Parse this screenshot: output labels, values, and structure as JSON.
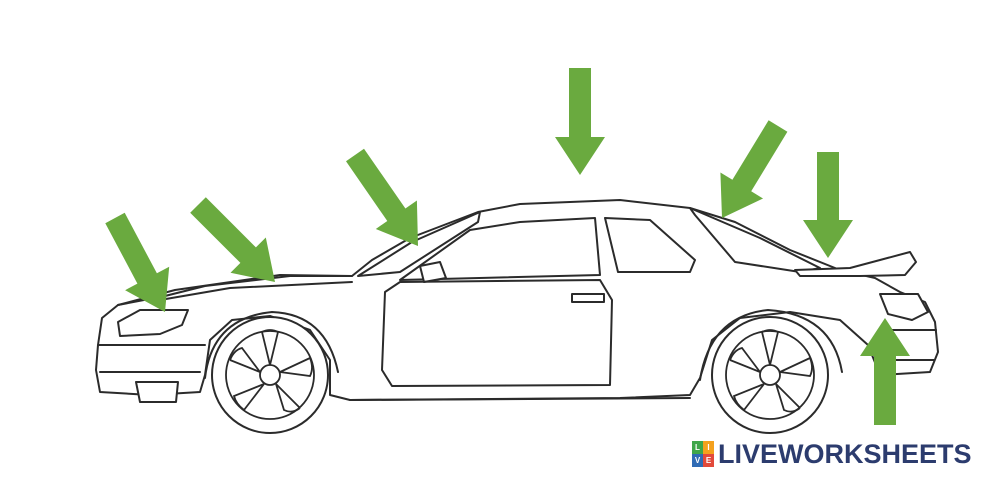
{
  "brand": {
    "name": "LIVEWORKSHEETS",
    "logo_letters": [
      "L",
      "I",
      "V",
      "E"
    ],
    "logo_colors": [
      "#3fa64a",
      "#f4a11d",
      "#2f6bb5",
      "#e24a3b"
    ],
    "text_color": "#2c3c6e"
  },
  "colors": {
    "arrow": "#6aaa3f",
    "outline": "#2b2b2b",
    "background": "#ffffff"
  },
  "pointers": [
    {
      "target": "headlight",
      "direction": "down-right"
    },
    {
      "target": "hood",
      "direction": "down-right"
    },
    {
      "target": "windshield",
      "direction": "down-right"
    },
    {
      "target": "roof",
      "direction": "down"
    },
    {
      "target": "rear-window",
      "direction": "down-left"
    },
    {
      "target": "trunk-spoiler",
      "direction": "down"
    },
    {
      "target": "tail-light",
      "direction": "up"
    }
  ]
}
